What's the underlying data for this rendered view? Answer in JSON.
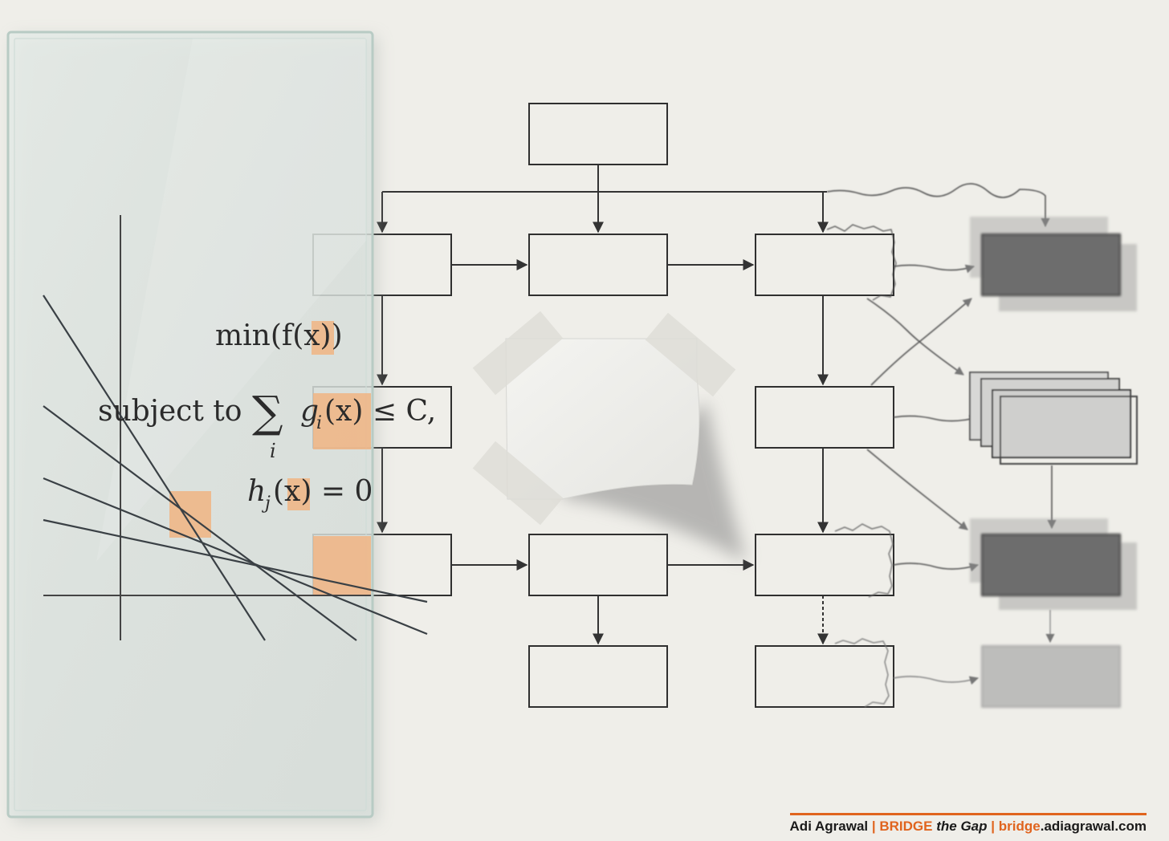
{
  "colors": {
    "background": "#efeee9",
    "box_stroke": "#2f2f2f",
    "arrow": "#333333",
    "highlight": "#f0b483",
    "accent": "#e0641e"
  },
  "formula": {
    "objective": "min(f(x))",
    "constraint_prefix": "subject to",
    "sum_symbol": "∑",
    "sum_index": "i",
    "constraint_body": "g",
    "constraint_sub": "i",
    "constraint_rest": "(x) ≤ C,",
    "equality_h": "h",
    "equality_sub": "j",
    "equality_rest": "(x) = 0"
  },
  "footer": {
    "author": "Adi Agrawal",
    "separator": "|",
    "brand_bold": "BRIDGE",
    "brand_italic": "the Gap",
    "url_prefix": "bridge",
    "url_suffix": ".adiagrawal.com"
  }
}
